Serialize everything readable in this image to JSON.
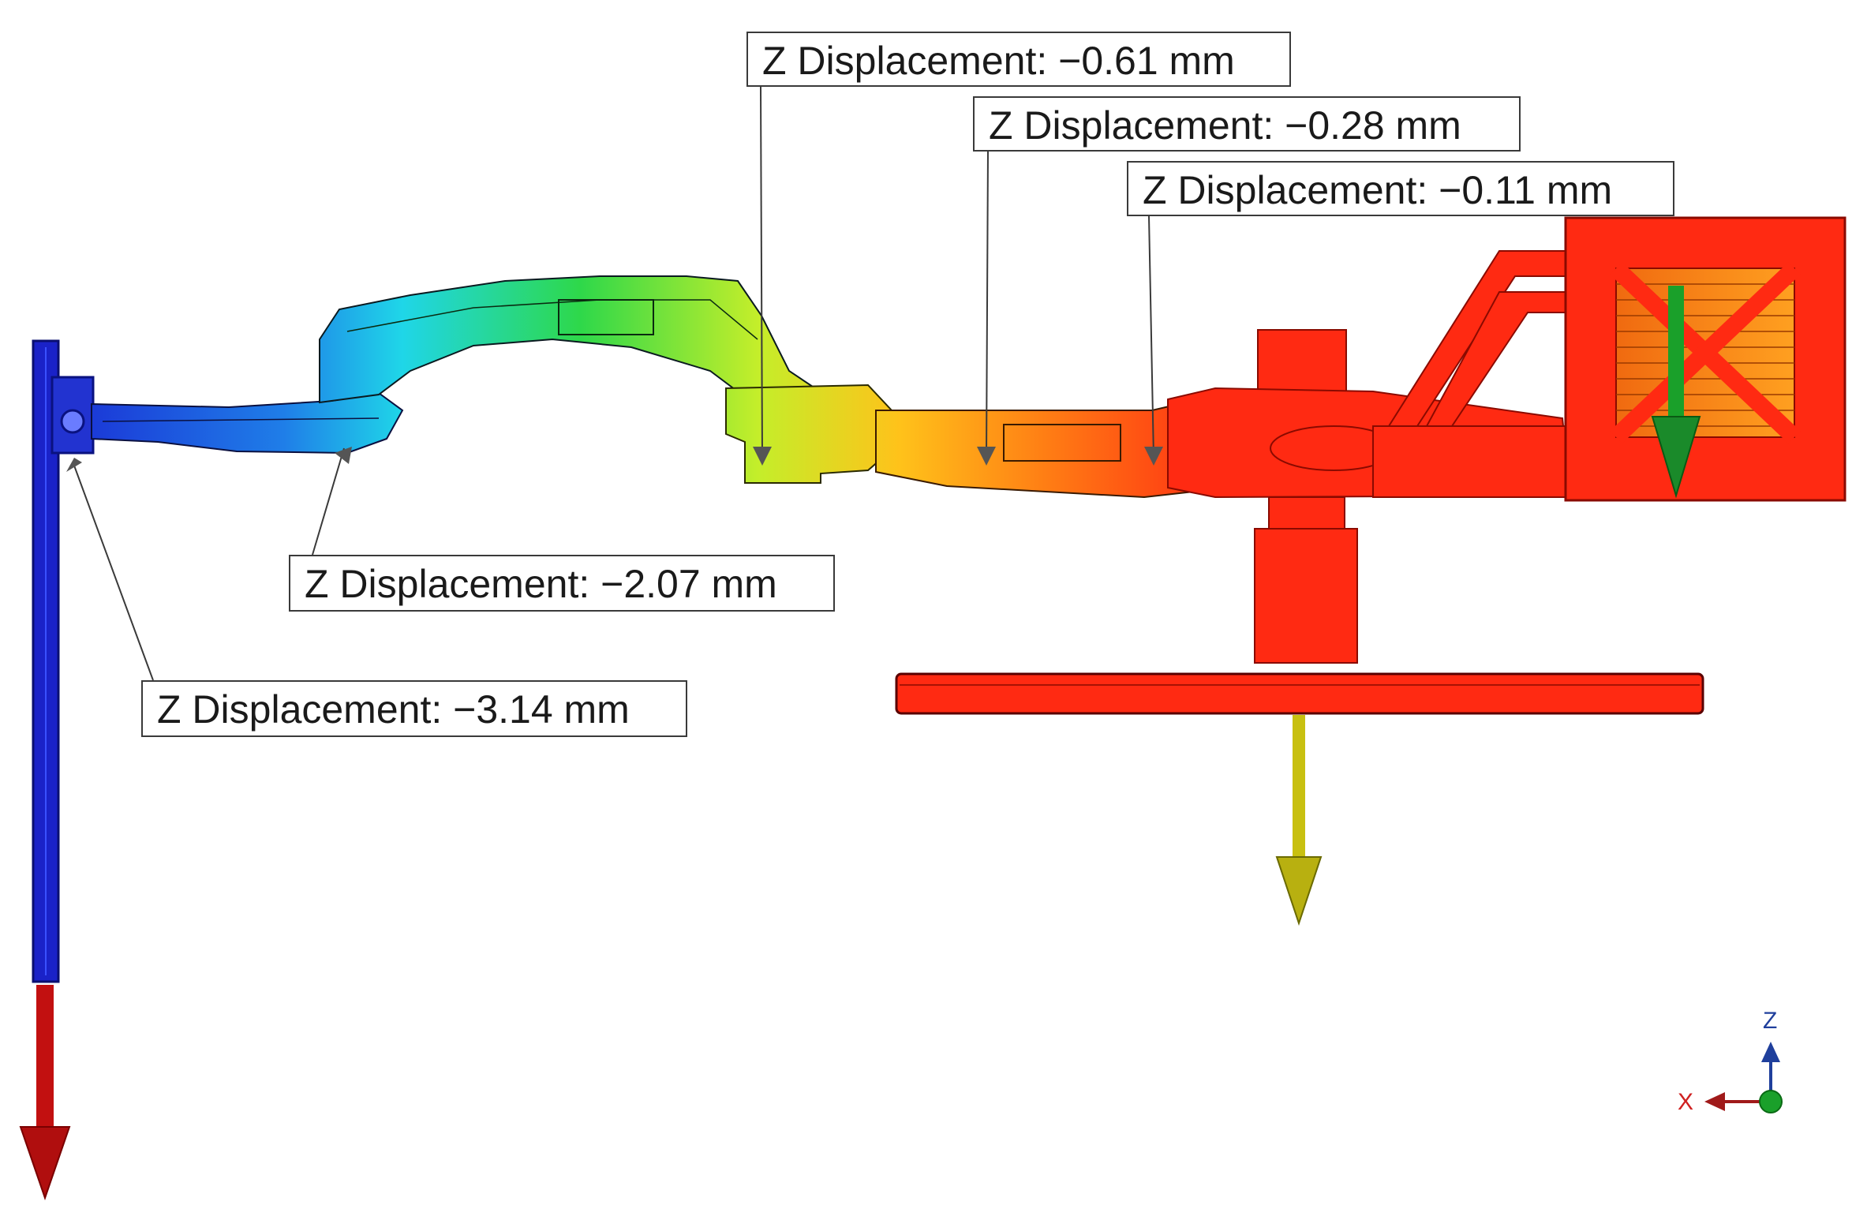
{
  "callouts": {
    "label_1": "Z Displacement: −0.61 mm",
    "label_2": "Z Displacement: −0.28 mm",
    "label_3": "Z Displacement: −0.11 mm",
    "label_4": "Z Displacement: −2.07 mm",
    "label_5": "Z Displacement: −3.14 mm"
  },
  "axes": {
    "z_label": "Z",
    "x_label": "X"
  },
  "colors": {
    "contour_low": "#1a2fd6",
    "contour_mid": "#22dd22",
    "contour_high": "#ff2a12",
    "load_arrow_left": "#cc1010",
    "load_arrow_bottom": "#c8c010",
    "load_arrow_right": "#1a9a2a"
  },
  "icons": [
    "load-arrow",
    "triad-icon"
  ]
}
